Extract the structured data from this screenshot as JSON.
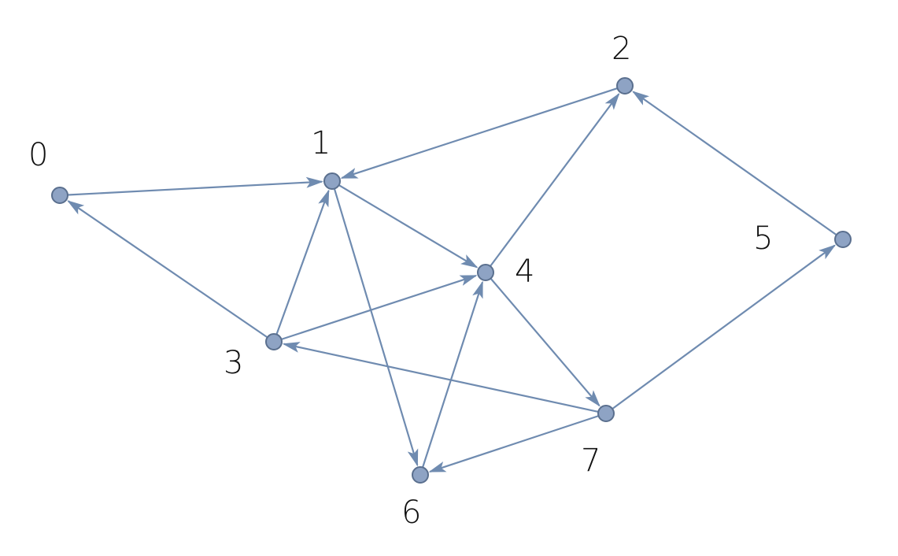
{
  "colors": {
    "edge": "#6f8bb0",
    "node_fill": "#8ea3c4",
    "node_stroke": "#5a6f8e",
    "label": "#111111",
    "background": "#ffffff"
  },
  "nodes": [
    {
      "id": "0",
      "label": "0"
    },
    {
      "id": "1",
      "label": "1"
    },
    {
      "id": "2",
      "label": "2"
    },
    {
      "id": "3",
      "label": "3"
    },
    {
      "id": "4",
      "label": "4"
    },
    {
      "id": "5",
      "label": "5"
    },
    {
      "id": "6",
      "label": "6"
    },
    {
      "id": "7",
      "label": "7"
    }
  ],
  "edges": [
    {
      "from": "0",
      "to": "1"
    },
    {
      "from": "3",
      "to": "0"
    },
    {
      "from": "3",
      "to": "1"
    },
    {
      "from": "2",
      "to": "1"
    },
    {
      "from": "1",
      "to": "4"
    },
    {
      "from": "1",
      "to": "6"
    },
    {
      "from": "3",
      "to": "4"
    },
    {
      "from": "4",
      "to": "2"
    },
    {
      "from": "5",
      "to": "2"
    },
    {
      "from": "7",
      "to": "5"
    },
    {
      "from": "4",
      "to": "7"
    },
    {
      "from": "7",
      "to": "3"
    },
    {
      "from": "7",
      "to": "6"
    },
    {
      "from": "6",
      "to": "4"
    }
  ]
}
